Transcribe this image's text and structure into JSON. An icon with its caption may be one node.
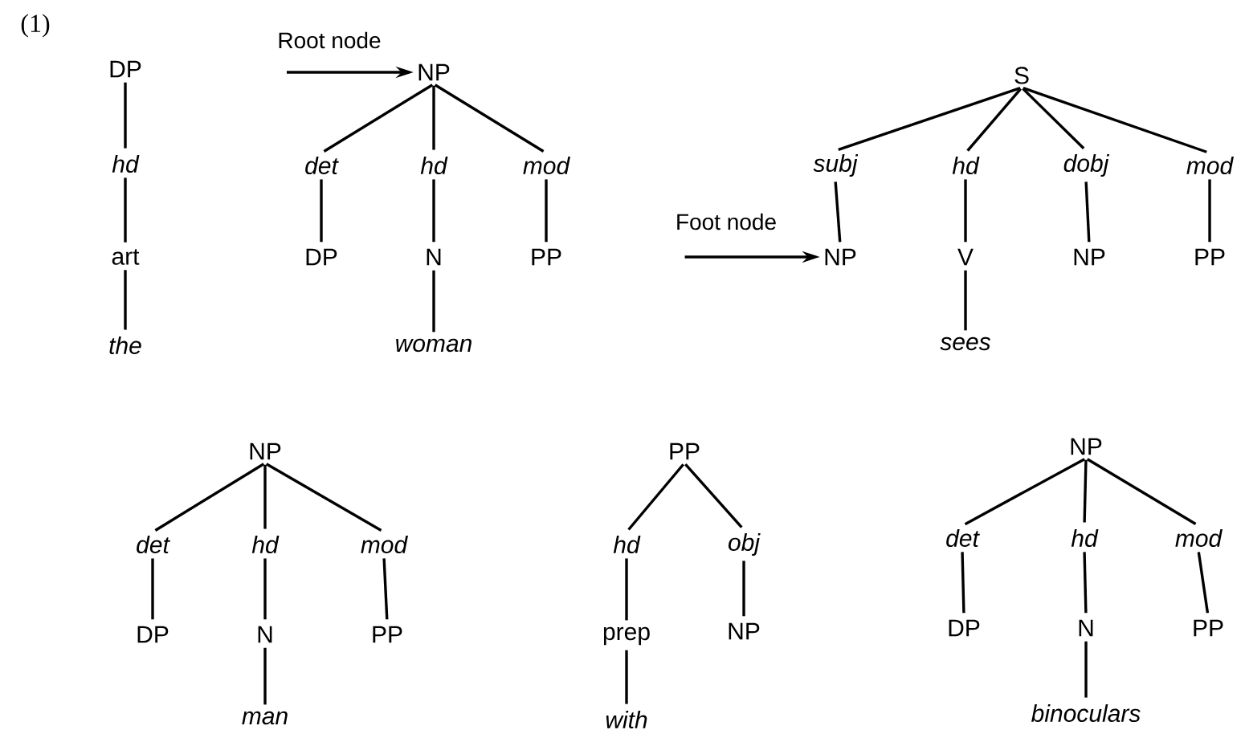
{
  "diagram": {
    "nodes": [
      {
        "text": [
          "DP"
        ]
      },
      {
        "text": [
          "hd"
        ]
      },
      {
        "text": [
          "art"
        ]
      },
      {
        "text": [
          "the"
        ]
      },
      {
        "text": [
          "Root node"
        ]
      },
      {
        "text": [
          "NP"
        ]
      },
      {
        "text": [
          "det"
        ]
      },
      {
        "text": [
          "hd"
        ]
      },
      {
        "text": [
          "mod"
        ]
      },
      {
        "text": [
          "DP"
        ]
      },
      {
        "text": [
          "N"
        ]
      },
      {
        "text": [
          "PP"
        ]
      },
      {
        "text": [
          "woman"
        ]
      },
      {
        "text": [
          "Foot node"
        ]
      },
      {
        "text": [
          "S"
        ]
      },
      {
        "text": [
          "subj"
        ]
      },
      {
        "text": [
          "hd"
        ]
      },
      {
        "text": [
          "dobj"
        ]
      },
      {
        "text": [
          "mod"
        ]
      },
      {
        "text": [
          "NP"
        ]
      },
      {
        "text": [
          "V"
        ]
      },
      {
        "text": [
          "NP"
        ]
      },
      {
        "text": [
          "PP"
        ]
      },
      {
        "text": [
          "sees"
        ]
      },
      {
        "text": [
          "NP"
        ]
      },
      {
        "text": [
          "det"
        ]
      },
      {
        "text": [
          "hd"
        ]
      },
      {
        "text": [
          "mod"
        ]
      },
      {
        "text": [
          "DP"
        ]
      },
      {
        "text": [
          "N"
        ]
      },
      {
        "text": [
          "PP"
        ]
      },
      {
        "text": [
          "man"
        ]
      },
      {
        "text": [
          "PP"
        ]
      },
      {
        "text": [
          "hd"
        ]
      },
      {
        "text": [
          "obj"
        ]
      },
      {
        "text": [
          "prep"
        ]
      },
      {
        "text": [
          "NP"
        ]
      },
      {
        "text": [
          "with"
        ]
      },
      {
        "text": [
          "NP"
        ]
      },
      {
        "text": [
          "det"
        ]
      },
      {
        "text": [
          "hd"
        ]
      },
      {
        "text": [
          "mod"
        ]
      },
      {
        "text": [
          "DP"
        ]
      },
      {
        "text": [
          "N"
        ]
      },
      {
        "text": [
          "PP"
        ]
      },
      {
        "text": [
          "binoculars"
        ]
      }
    ],
    "edges": [
      {
        "from": 0,
        "to": 1,
        "arrow": "none"
      },
      {
        "from": 1,
        "to": 2,
        "arrow": "none"
      },
      {
        "from": 2,
        "to": 3,
        "arrow": "none"
      },
      {
        "from": 4,
        "to": 5,
        "arrow": "to"
      },
      {
        "from": 5,
        "to": 6,
        "arrow": "none"
      },
      {
        "from": 5,
        "to": 7,
        "arrow": "none"
      },
      {
        "from": 5,
        "to": 8,
        "arrow": "none"
      },
      {
        "from": 6,
        "to": 9,
        "arrow": "none"
      },
      {
        "from": 7,
        "to": 10,
        "arrow": "none"
      },
      {
        "from": 8,
        "to": 11,
        "arrow": "none"
      },
      {
        "from": 10,
        "to": 12,
        "arrow": "none"
      },
      {
        "from": 13,
        "to": 19,
        "arrow": "to"
      },
      {
        "from": 14,
        "to": 15,
        "arrow": "none"
      },
      {
        "from": 14,
        "to": 16,
        "arrow": "none"
      },
      {
        "from": 14,
        "to": 17,
        "arrow": "none"
      },
      {
        "from": 14,
        "to": 18,
        "arrow": "none"
      },
      {
        "from": 15,
        "to": 19,
        "arrow": "none"
      },
      {
        "from": 16,
        "to": 20,
        "arrow": "none"
      },
      {
        "from": 17,
        "to": 21,
        "arrow": "none"
      },
      {
        "from": 18,
        "to": 22,
        "arrow": "none"
      },
      {
        "from": 20,
        "to": 23,
        "arrow": "none"
      },
      {
        "from": 24,
        "to": 25,
        "arrow": "none"
      },
      {
        "from": 24,
        "to": 26,
        "arrow": "none"
      },
      {
        "from": 24,
        "to": 27,
        "arrow": "none"
      },
      {
        "from": 25,
        "to": 28,
        "arrow": "none"
      },
      {
        "from": 26,
        "to": 29,
        "arrow": "none"
      },
      {
        "from": 27,
        "to": 30,
        "arrow": "none"
      },
      {
        "from": 29,
        "to": 31,
        "arrow": "none"
      },
      {
        "from": 32,
        "to": 33,
        "arrow": "none"
      },
      {
        "from": 32,
        "to": 34,
        "arrow": "none"
      },
      {
        "from": 33,
        "to": 35,
        "arrow": "none"
      },
      {
        "from": 34,
        "to": 36,
        "arrow": "none"
      },
      {
        "from": 35,
        "to": 37,
        "arrow": "none"
      },
      {
        "from": 38,
        "to": 39,
        "arrow": "none"
      },
      {
        "from": 38,
        "to": 40,
        "arrow": "none"
      },
      {
        "from": 38,
        "to": 41,
        "arrow": "none"
      },
      {
        "from": 39,
        "to": 42,
        "arrow": "none"
      },
      {
        "from": 40,
        "to": 43,
        "arrow": "none"
      },
      {
        "from": 41,
        "to": 44,
        "arrow": "none"
      },
      {
        "from": 43,
        "to": 45,
        "arrow": "none"
      }
    ],
    "labels": [
      "(1)"
    ]
  }
}
